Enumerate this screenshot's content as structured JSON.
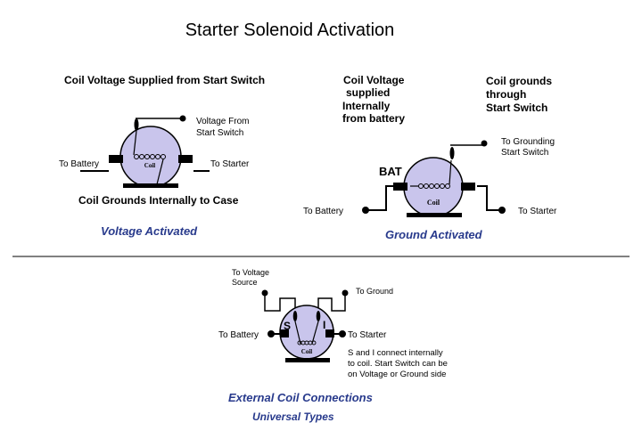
{
  "title": "Starter Solenoid Activation",
  "colors": {
    "line": "#000000",
    "coil_fill": "#c9c5ec",
    "terminal": "#000000",
    "caption": "#283a8c"
  },
  "voltage_activated": {
    "heading": "Coil Voltage Supplied from Start Switch",
    "switch_label_1": "Voltage From",
    "switch_label_2": "Start Switch",
    "battery_label": "To Battery",
    "starter_label": "To Starter",
    "coil_label": "Coil",
    "ground_note": "Coil Grounds Internally to Case",
    "caption": "Voltage Activated"
  },
  "ground_activated": {
    "heading_1": "Coil Voltage",
    "heading_2": "supplied",
    "heading_3": "Internally",
    "heading_4": "from battery",
    "ground_heading_1": "Coil grounds",
    "ground_heading_2": "through",
    "ground_heading_3": "Start Switch",
    "switch_label_1": "To Grounding",
    "switch_label_2": "Start Switch",
    "bat_label": "BAT",
    "battery_label": "To Battery",
    "starter_label": "To Starter",
    "coil_label": "Coil",
    "caption": "Ground Activated"
  },
  "external": {
    "voltage_label_1": "To Voltage",
    "voltage_label_2": "Source",
    "ground_label": "To Ground",
    "battery_label": "To Battery",
    "starter_label": "To Starter",
    "s_label": "S",
    "i_label": "I",
    "coil_label": "Coil",
    "note_1": "S and I connect internally",
    "note_2": "to coil.  Start Switch can be",
    "note_3": "on Voltage or Ground side",
    "caption": "External Coil Connections",
    "subcaption": "Universal Types"
  }
}
